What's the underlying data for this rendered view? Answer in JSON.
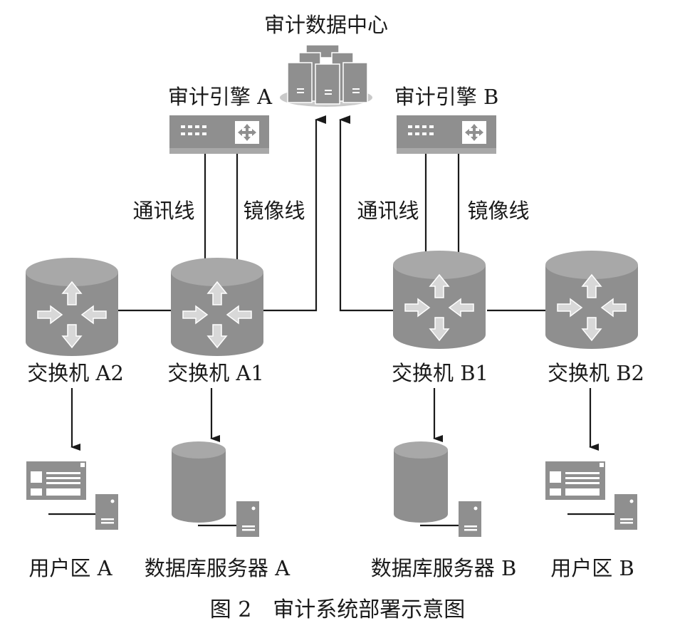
{
  "labels": {
    "data_center": "审计数据中心",
    "engine_a": "审计引擎 A",
    "engine_b": "审计引擎 B",
    "comm_line_a": "通讯线",
    "mirror_line_a": "镜像线",
    "comm_line_b": "通讯线",
    "mirror_line_b": "镜像线",
    "switch_a2": "交换机 A2",
    "switch_a1": "交换机 A1",
    "switch_b1": "交换机 B1",
    "switch_b2": "交换机 B2",
    "user_zone_a": "用户区 A",
    "db_server_a": "数据库服务器 A",
    "db_server_b": "数据库服务器 B",
    "user_zone_b": "用户区 B"
  },
  "caption": "图 2　审计系统部署示意图",
  "colors": {
    "device_fill": "#8f8f8f",
    "device_top": "#b5b5b5",
    "line": "#1a1a1a"
  }
}
